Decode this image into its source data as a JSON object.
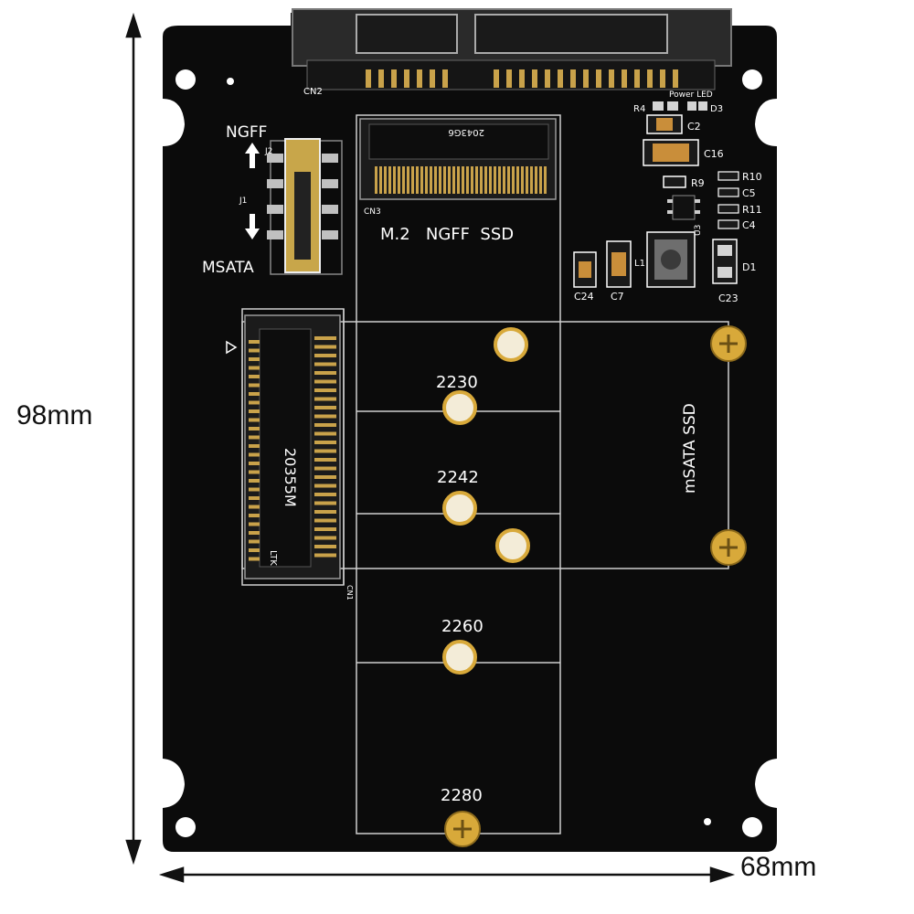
{
  "dimensions": {
    "height": "98mm",
    "width": "68mm"
  },
  "board": {
    "colors": {
      "pcb": "#0b0b0b",
      "silkscreen": "#ffffff",
      "gold": "#d8a93a",
      "white_background": "#ffffff"
    },
    "switch": {
      "top_label": "NGFF",
      "bottom_label": "MSATA",
      "j1": "J1",
      "j2": "J2"
    },
    "connectors": {
      "cn2": "CN2",
      "cn3": "CN3",
      "cn1": "CN1",
      "mpcie_marking": "20355M",
      "mpcie_brand": "LTK",
      "ngff_marking": "2043G6"
    },
    "slots": {
      "ngff_title": "M.2   NGFF  SSD",
      "msata_title": "mSATA SSD"
    },
    "lengths": [
      "2230",
      "2242",
      "2260",
      "2280"
    ],
    "components": {
      "power_led": "Power LED",
      "r4": "R4",
      "d3": "D3",
      "c2": "C2",
      "c16": "C16",
      "r9": "R9",
      "r10": "R10",
      "c5": "C5",
      "r11": "R11",
      "c4": "C4",
      "u3": "U3",
      "l1": "L1",
      "d1": "D1",
      "c24": "C24",
      "c7": "C7",
      "c23": "C23"
    }
  }
}
